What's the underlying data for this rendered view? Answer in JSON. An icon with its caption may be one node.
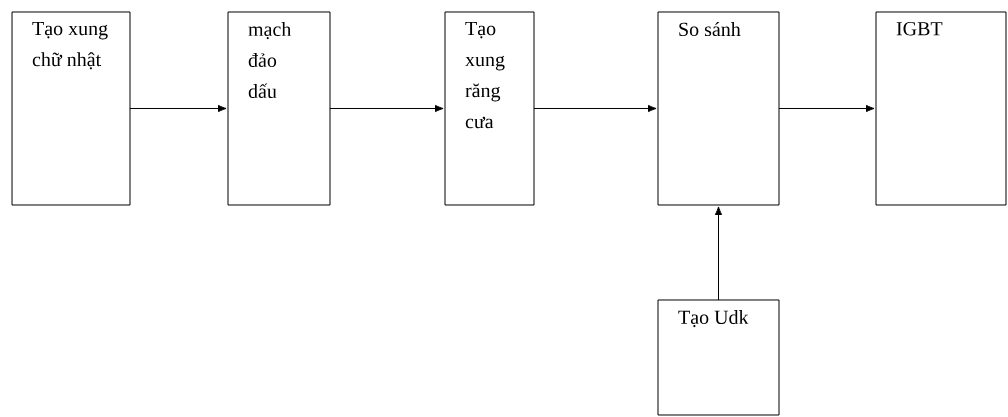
{
  "diagram": {
    "nodes": [
      {
        "text": [
          "Tạo xung chữ nhật"
        ]
      },
      {
        "text": [
          "mạch đảo dấu"
        ]
      },
      {
        "text": [
          "Tạo xung răng cưa"
        ]
      },
      {
        "text": [
          "So sánh"
        ]
      },
      {
        "text": [
          "IGBT"
        ]
      },
      {
        "text": [
          "Tạo Udk"
        ]
      }
    ],
    "edges": [
      {
        "from": 0,
        "to": 1,
        "arrow": "to"
      },
      {
        "from": 1,
        "to": 2,
        "arrow": "to"
      },
      {
        "from": 2,
        "to": 3,
        "arrow": "to"
      },
      {
        "from": 3,
        "to": 4,
        "arrow": "to"
      },
      {
        "from": 5,
        "to": 3,
        "arrow": "to"
      }
    ]
  }
}
